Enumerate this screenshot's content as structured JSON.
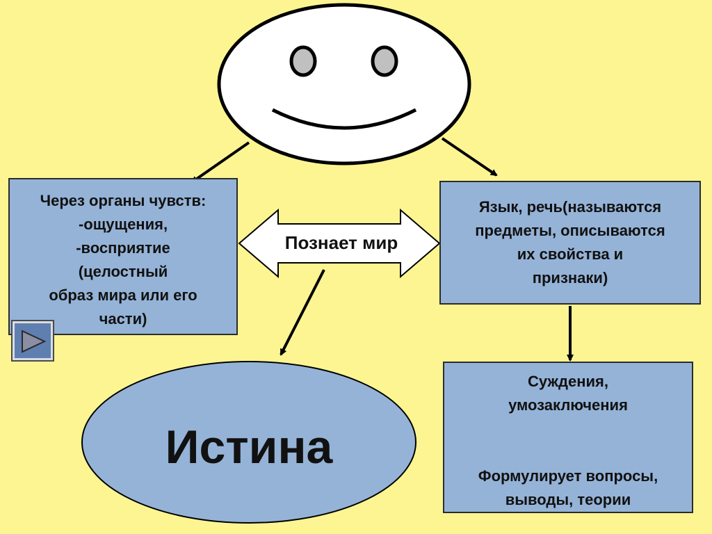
{
  "senses_box": {
    "lines": [
      "Через органы чувств:",
      "-ощущения,",
      "-восприятие",
      "(целостный",
      "образ мира или его",
      "части)"
    ]
  },
  "center": {
    "label": "Познает мир"
  },
  "language_box": {
    "lines": [
      "Язык, речь(называются",
      "предметы, описываются",
      "их свойства и",
      "признаки)"
    ]
  },
  "judgments_box": {
    "top_lines": [
      "Суждения,",
      "умозаключения"
    ],
    "bottom_lines": [
      "Формулирует вопросы,",
      "выводы, теории"
    ]
  },
  "truth": {
    "label": "Истина"
  },
  "colors": {
    "background": "#fdf592",
    "box_fill": "#95b3d7",
    "face_fill": "#ffffff",
    "eye_fill": "#c0c0c0",
    "stroke": "#000000"
  },
  "icons": [
    "smiley-face",
    "double-arrow",
    "play-icon"
  ]
}
